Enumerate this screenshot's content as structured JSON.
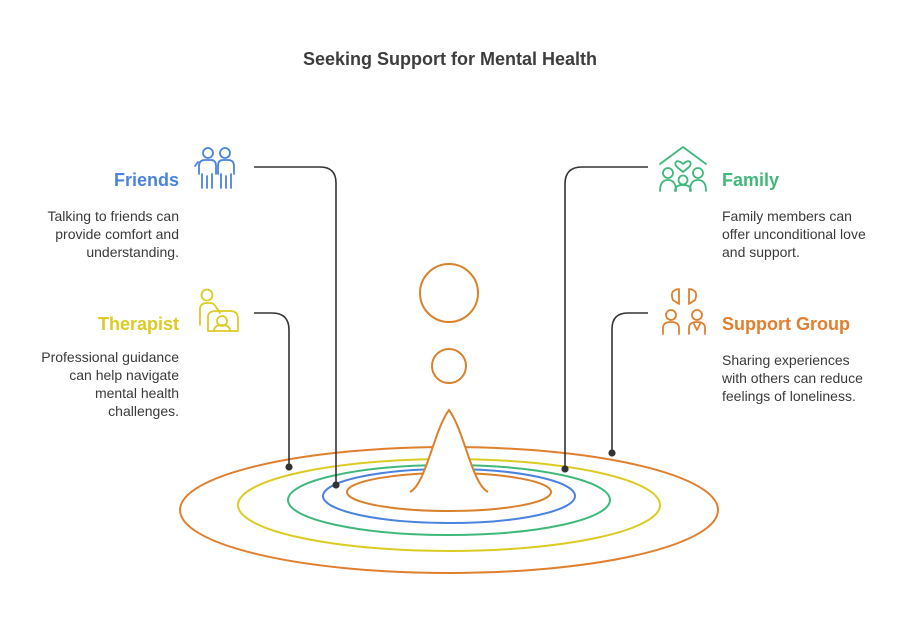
{
  "title": "Seeking Support for Mental Health",
  "colors": {
    "friends": "#4a83de",
    "family": "#3fb97a",
    "therapist": "#dccb23",
    "support_group": "#e07f2e",
    "connector": "#333333",
    "droplet": "#d9822b"
  },
  "items": {
    "friends": {
      "label": "Friends",
      "icon": "friends-icon",
      "description": [
        "Talking to friends can",
        "provide comfort and",
        "understanding."
      ]
    },
    "family": {
      "label": "Family",
      "icon": "family-home-icon",
      "description": [
        "Family members can",
        "offer unconditional love",
        "and support."
      ]
    },
    "therapist": {
      "label": "Therapist",
      "icon": "therapist-icon",
      "description": [
        "Professional guidance",
        "can help navigate",
        "mental health",
        "challenges."
      ]
    },
    "support_group": {
      "label": "Support Group",
      "icon": "support-group-icon",
      "description": [
        "Sharing experiences",
        "with others can reduce",
        "feelings of loneliness."
      ]
    }
  }
}
